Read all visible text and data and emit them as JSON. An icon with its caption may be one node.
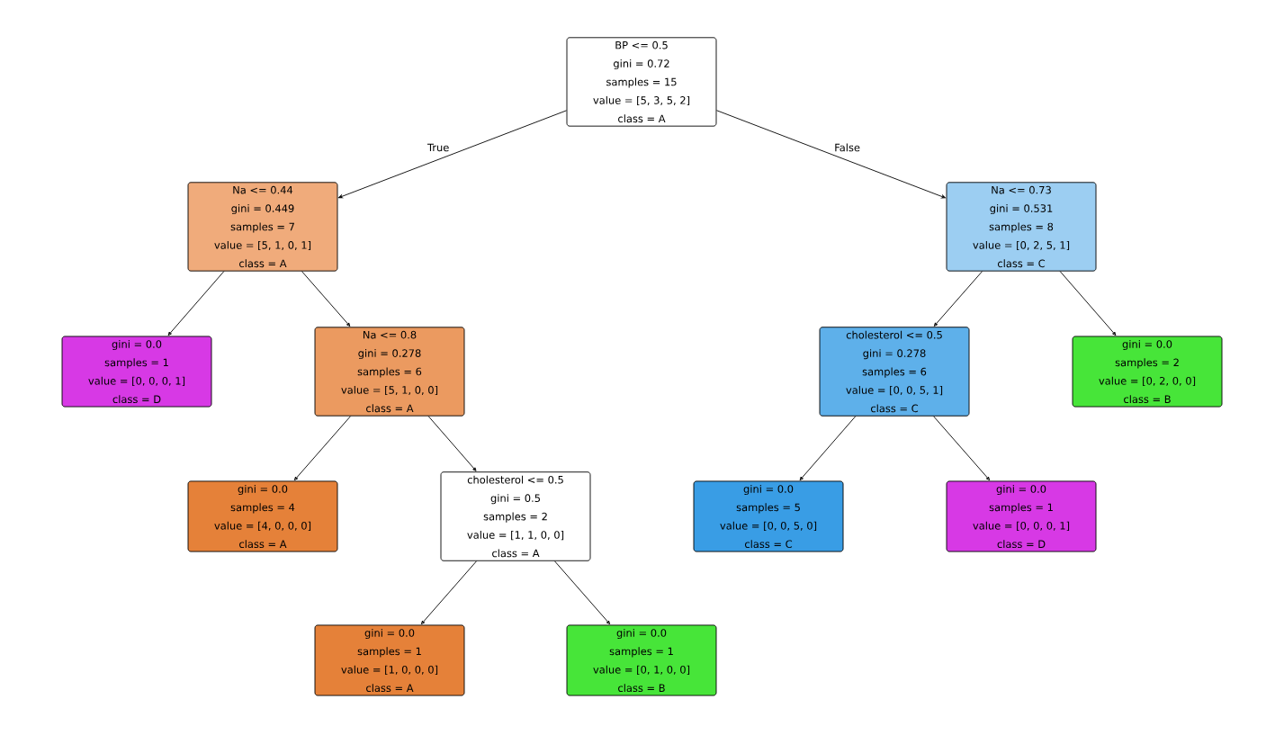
{
  "diagram": {
    "nodes": [
      {
        "text": [
          "BP <= 0.5",
          "gini = 0.72",
          "samples = 15",
          "value = [5, 3, 5, 2]",
          "class = A"
        ]
      },
      {
        "text": [
          "Na <= 0.44",
          "gini = 0.449",
          "samples = 7",
          "value = [5, 1, 0, 1]",
          "class = A"
        ]
      },
      {
        "text": [
          "Na <= 0.73",
          "gini = 0.531",
          "samples = 8",
          "value = [0, 2, 5, 1]",
          "class = C"
        ]
      },
      {
        "text": [
          "gini = 0.0",
          "samples = 1",
          "value = [0, 0, 0, 1]",
          "class = D"
        ]
      },
      {
        "text": [
          "Na <= 0.8",
          "gini = 0.278",
          "samples = 6",
          "value = [5, 1, 0, 0]",
          "class = A"
        ]
      },
      {
        "text": [
          "cholesterol <= 0.5",
          "gini = 0.278",
          "samples = 6",
          "value = [0, 0, 5, 1]",
          "class = C"
        ]
      },
      {
        "text": [
          "gini = 0.0",
          "samples = 2",
          "value = [0, 2, 0, 0]",
          "class = B"
        ]
      },
      {
        "text": [
          "gini = 0.0",
          "samples = 4",
          "value = [4, 0, 0, 0]",
          "class = A"
        ]
      },
      {
        "text": [
          "cholesterol <= 0.5",
          "gini = 0.5",
          "samples = 2",
          "value = [1, 1, 0, 0]",
          "class = A"
        ]
      },
      {
        "text": [
          "gini = 0.0",
          "samples = 5",
          "value = [0, 0, 5, 0]",
          "class = C"
        ]
      },
      {
        "text": [
          "gini = 0.0",
          "samples = 1",
          "value = [0, 0, 0, 1]",
          "class = D"
        ]
      },
      {
        "text": [
          "gini = 0.0",
          "samples = 1",
          "value = [1, 0, 0, 0]",
          "class = A"
        ]
      },
      {
        "text": [
          "gini = 0.0",
          "samples = 1",
          "value = [0, 1, 0, 0]",
          "class = B"
        ]
      }
    ],
    "edges": [
      {
        "from": 0,
        "to": 1,
        "arrow": "to",
        "label": "True"
      },
      {
        "from": 0,
        "to": 2,
        "arrow": "to",
        "label": "False"
      },
      {
        "from": 1,
        "to": 3,
        "arrow": "to"
      },
      {
        "from": 1,
        "to": 4,
        "arrow": "to"
      },
      {
        "from": 2,
        "to": 5,
        "arrow": "to"
      },
      {
        "from": 2,
        "to": 6,
        "arrow": "to"
      },
      {
        "from": 4,
        "to": 7,
        "arrow": "to"
      },
      {
        "from": 4,
        "to": 8,
        "arrow": "to"
      },
      {
        "from": 5,
        "to": 9,
        "arrow": "to"
      },
      {
        "from": 5,
        "to": 10,
        "arrow": "to"
      },
      {
        "from": 8,
        "to": 11,
        "arrow": "to"
      },
      {
        "from": 8,
        "to": 12,
        "arrow": "to"
      }
    ]
  }
}
